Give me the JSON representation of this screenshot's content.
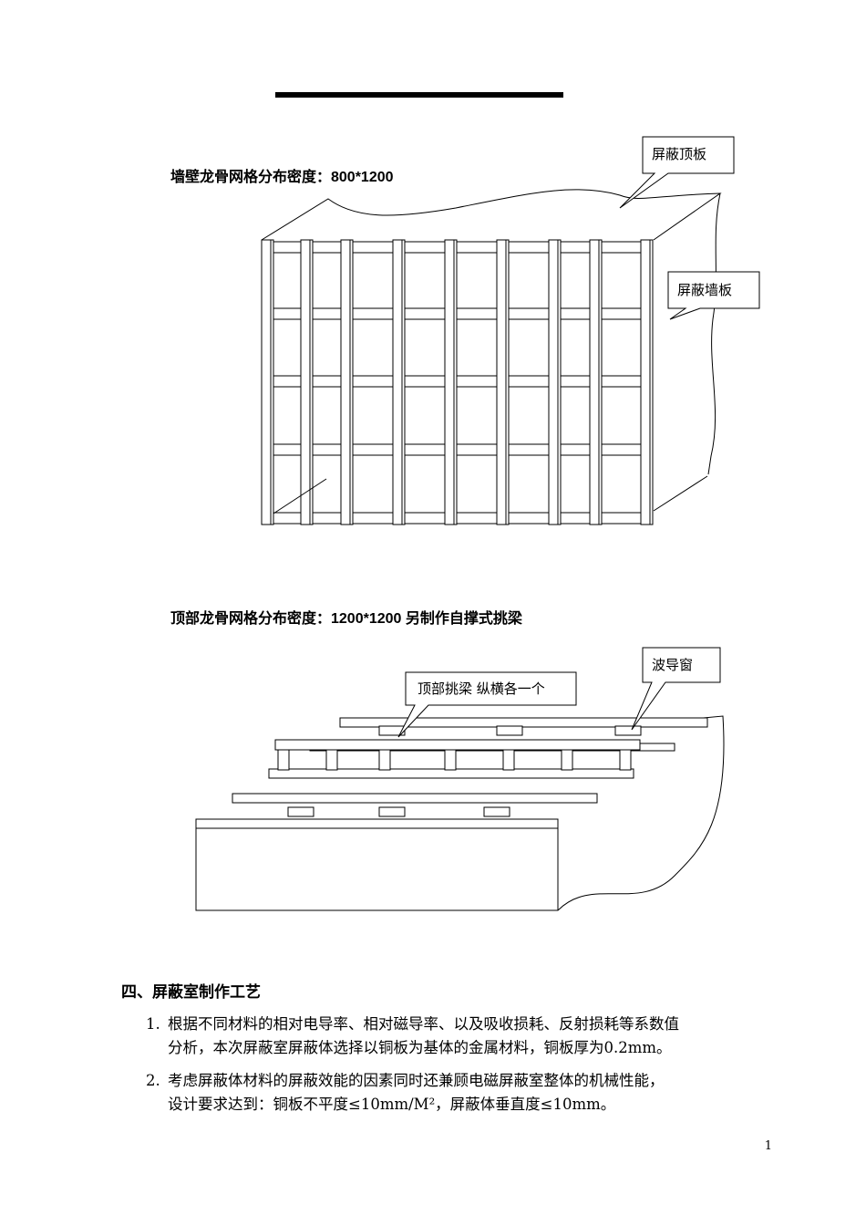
{
  "figure1": {
    "caption": "墙壁龙骨网格分布密度：800*1200",
    "label_top": "屏蔽顶板",
    "label_wall": "屏蔽墙板"
  },
  "figure2": {
    "caption": "顶部龙骨网格分布密度：1200*1200  另制作自撑式挑梁",
    "label_window": "波导窗",
    "label_beam": "顶部挑梁  纵横各一个"
  },
  "section": {
    "title": "四、屏蔽室制作工艺",
    "items": [
      {
        "num": "1.",
        "line1": "根据不同材料的相对电导率、相对磁导率、以及吸收损耗、反射损耗等系数值",
        "line2": "分析，本次屏蔽室屏蔽体选择以铜板为基体的金属材料，铜板厚为0.2mm。"
      },
      {
        "num": "2.",
        "line1": "考虑屏蔽体材料的屏蔽效能的因素同时还兼顾电磁屏蔽室整体的机械性能，",
        "line2": "设计要求达到：铜板不平度≤10mm/M²，屏蔽体垂直度≤10mm。"
      }
    ]
  },
  "page_number": "1"
}
